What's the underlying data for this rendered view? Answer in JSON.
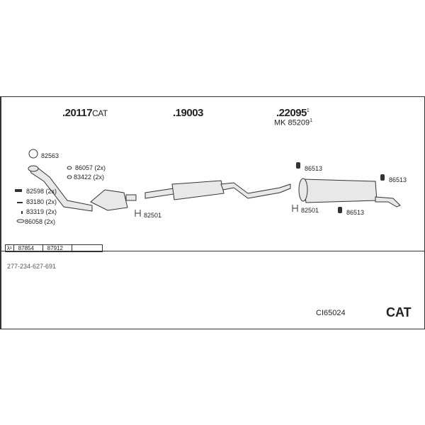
{
  "parts": {
    "cat": {
      "number": ".20117",
      "suffix": "CAT"
    },
    "middle": {
      "number": ".19003"
    },
    "rear": {
      "number": ".22095",
      "sup": "1",
      "mk": "MK 85209",
      "mk_sup": "1"
    }
  },
  "labels": {
    "gasket": "82563",
    "l86057": "86057 (2x)",
    "l83422": "83422 (2x)",
    "l82598": "82598 (2x)",
    "l83180": "83180 (2x)",
    "l83319": "83319 (2x)",
    "l86058": "86058 (2x)",
    "clamp1": "82501",
    "clamp2": "82501",
    "hanger1": "86513",
    "hanger2": "86513",
    "hanger3": "86513"
  },
  "table": {
    "lambda": "λ¹",
    "c1": "87854",
    "c2": "87912",
    "c3": ""
  },
  "oe_numbers": "277-234-627-691",
  "set_code": "CI65024",
  "type_label": "CAT"
}
